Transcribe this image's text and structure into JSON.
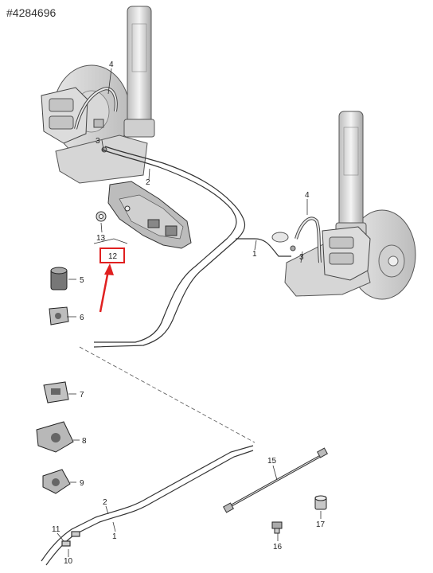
{
  "reference": "#4284696",
  "callouts": [
    {
      "id": "c4a",
      "label": "4"
    },
    {
      "id": "c3a",
      "label": "3"
    },
    {
      "id": "c2a",
      "label": "2"
    },
    {
      "id": "c13",
      "label": "13"
    },
    {
      "id": "c12",
      "label": "12"
    },
    {
      "id": "c5",
      "label": "5"
    },
    {
      "id": "c6",
      "label": "6"
    },
    {
      "id": "c1a",
      "label": "1"
    },
    {
      "id": "c4b",
      "label": "4"
    },
    {
      "id": "c3b",
      "label": "3"
    },
    {
      "id": "c7",
      "label": "7"
    },
    {
      "id": "c8",
      "label": "8"
    },
    {
      "id": "c9",
      "label": "9"
    },
    {
      "id": "c15",
      "label": "15"
    },
    {
      "id": "c2b",
      "label": "2"
    },
    {
      "id": "c1b",
      "label": "1"
    },
    {
      "id": "c11",
      "label": "11"
    },
    {
      "id": "c10",
      "label": "10"
    },
    {
      "id": "c16",
      "label": "16"
    },
    {
      "id": "c17",
      "label": "17"
    }
  ],
  "highlight": {
    "part": "12",
    "color": "#e02020"
  },
  "colors": {
    "line": "#333333",
    "fill_light": "#ececec",
    "fill_mid": "#cfcfcf",
    "fill_dark": "#9a9a9a",
    "accent": "#e02020"
  }
}
